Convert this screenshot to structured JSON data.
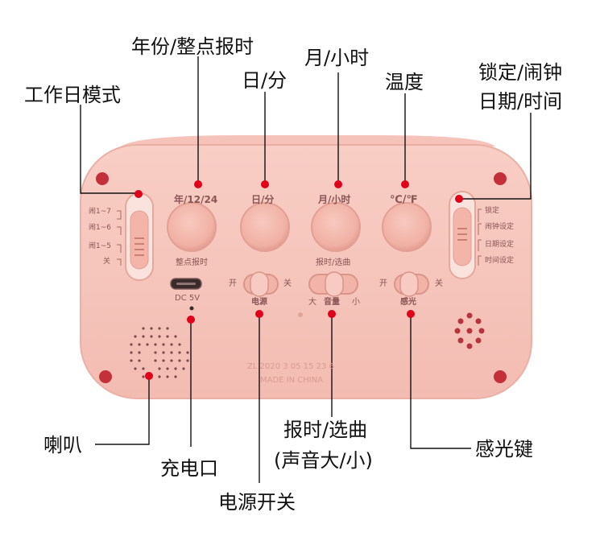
{
  "callouts": {
    "year_hourly": "年份/整点报时",
    "day_minute": "日/分",
    "month_hour": "月/小时",
    "temperature": "温度",
    "lock_alarm": "锁定/闹钟",
    "date_time": "日期/时间",
    "workday_mode": "工作日模式",
    "speaker": "喇叭",
    "charge_port": "充电口",
    "power_switch": "电源开关",
    "report_song": "报时/选曲",
    "volume": "(声音大/小)",
    "light_sensor": "感光键"
  },
  "device": {
    "btn1_top": "年/12/24",
    "btn1_bottom": "整点报时",
    "btn2_top": "日/分",
    "btn3_top": "月/小时",
    "btn3_bottom": "报时/选曲",
    "btn4_top": "℃/℉",
    "left_slider": [
      "闹1~7",
      "闹1~6",
      "闹1~5",
      "关"
    ],
    "right_slider": [
      "锁定",
      "闹钟设定",
      "日期设定",
      "时间设定"
    ],
    "dc_label": "DC 5V",
    "sw_on": "开",
    "sw_off": "关",
    "sw1_label": "电源",
    "vol_big": "大",
    "vol_label": "音量",
    "vol_small": "小",
    "sw3_label": "感光",
    "serial": "ZL 2020 3 05 15 23 6",
    "made_in": "MADE IN CHINA"
  },
  "colors": {
    "body": "#f6c5bc",
    "body_edge": "#e9aea4",
    "button": "#f4b8ad",
    "dot": "#e0001b",
    "text_on_device": "#9a5a5a",
    "line": "#111111"
  }
}
